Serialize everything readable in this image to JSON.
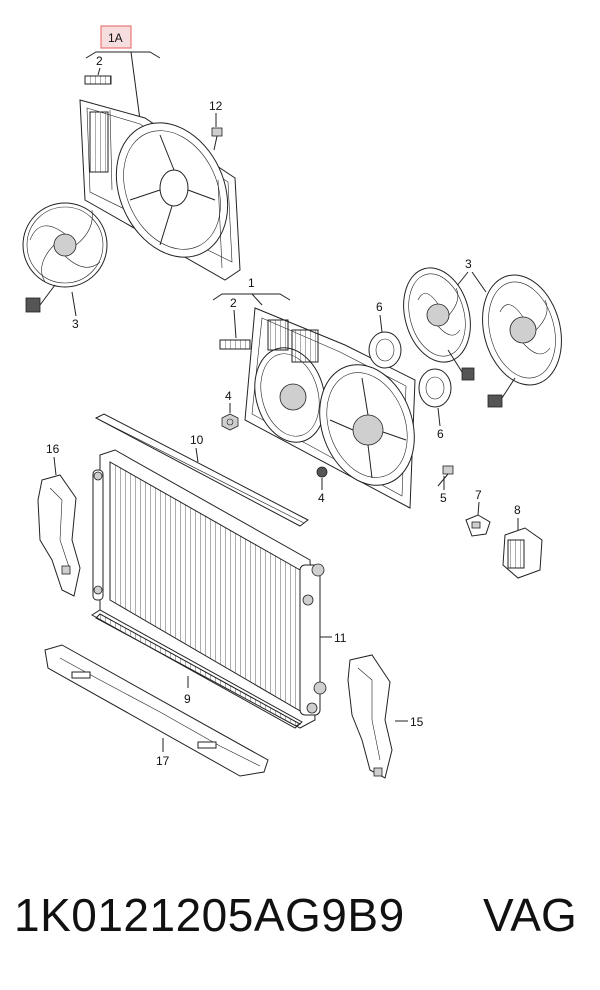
{
  "callouts": {
    "c1A": "1A",
    "c2a": "2",
    "c12": "12",
    "c3a": "3",
    "c1": "1",
    "c2b": "2",
    "c3b": "3",
    "c6a": "6",
    "c6b": "6",
    "c4a": "4",
    "c4b": "4",
    "c5": "5",
    "c7": "7",
    "c8": "8",
    "c10": "10",
    "c16": "16",
    "c11": "11",
    "c9": "9",
    "c15": "15",
    "c17": "17"
  },
  "footer": {
    "part_number": "1K0121205AG9B9",
    "brand": "VAG"
  },
  "colors": {
    "highlight_box": "#e87878",
    "line": "#222222"
  }
}
